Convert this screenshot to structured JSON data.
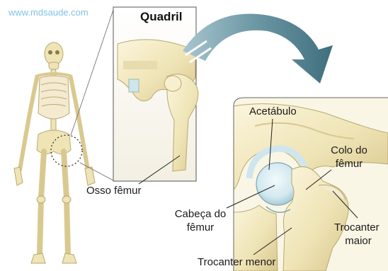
{
  "watermark": "www.mdsaude.com",
  "inset_title": "Quadril",
  "labels": {
    "osso_femur": "Osso fêmur",
    "acetabulo": "Acetábulo",
    "colo_line1": "Colo do",
    "colo_line2": "fêmur",
    "cabeca_line1": "Cabeça do",
    "cabeca_line2": "fêmur",
    "troc_maior_line1": "Trocanter",
    "troc_maior_line2": "maior",
    "troc_menor": "Trocanter menor"
  },
  "colors": {
    "bone": "#efe4b6",
    "bone_shadow": "#c7b67d",
    "cartilage": "#cfe6ee",
    "socket_outline": "#9fb8a8",
    "arrow": "#5a8a97",
    "inset_bg": "#f7f4ea",
    "watermark": "#7fc3e4"
  }
}
